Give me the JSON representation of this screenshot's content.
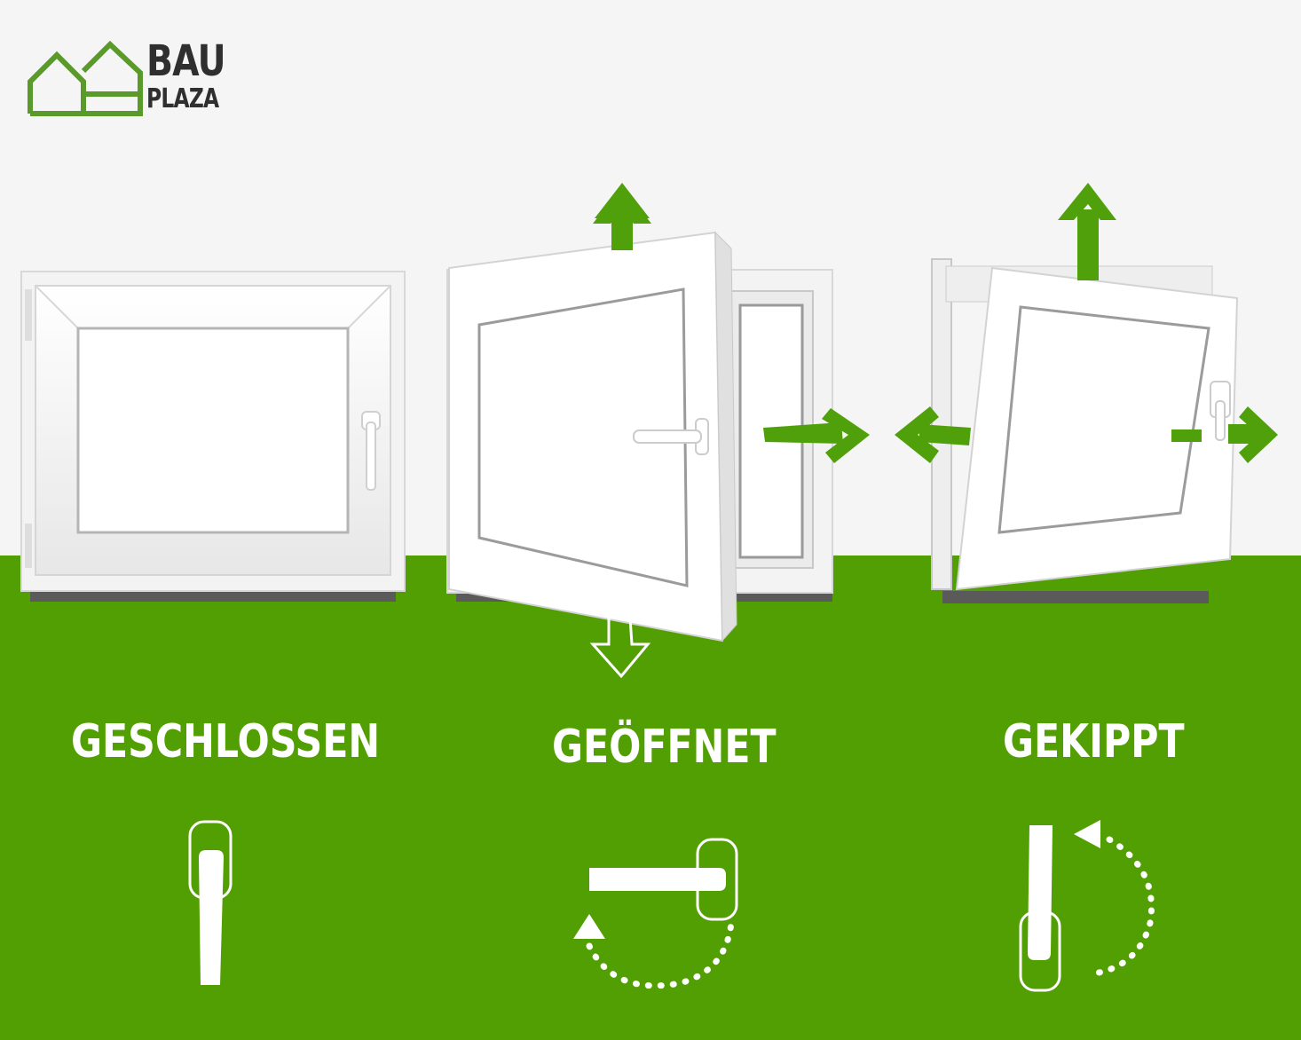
{
  "brand": {
    "line1": "BAU",
    "line2": "PLAZA",
    "logo_color": "#5a9a2a",
    "text_color": "#2f2f2f"
  },
  "colors": {
    "green": "#519f02",
    "arrow_green": "#4fa00a",
    "background": "#f5f5f5",
    "frame_white": "#ffffff"
  },
  "states": [
    {
      "label": "GESCHLOSSEN",
      "handle_icon": "handle-down-icon"
    },
    {
      "label": "GEÖFFNET",
      "handle_icon": "handle-horizontal-icon"
    },
    {
      "label": "GEKIPPT",
      "handle_icon": "handle-up-icon"
    }
  ]
}
